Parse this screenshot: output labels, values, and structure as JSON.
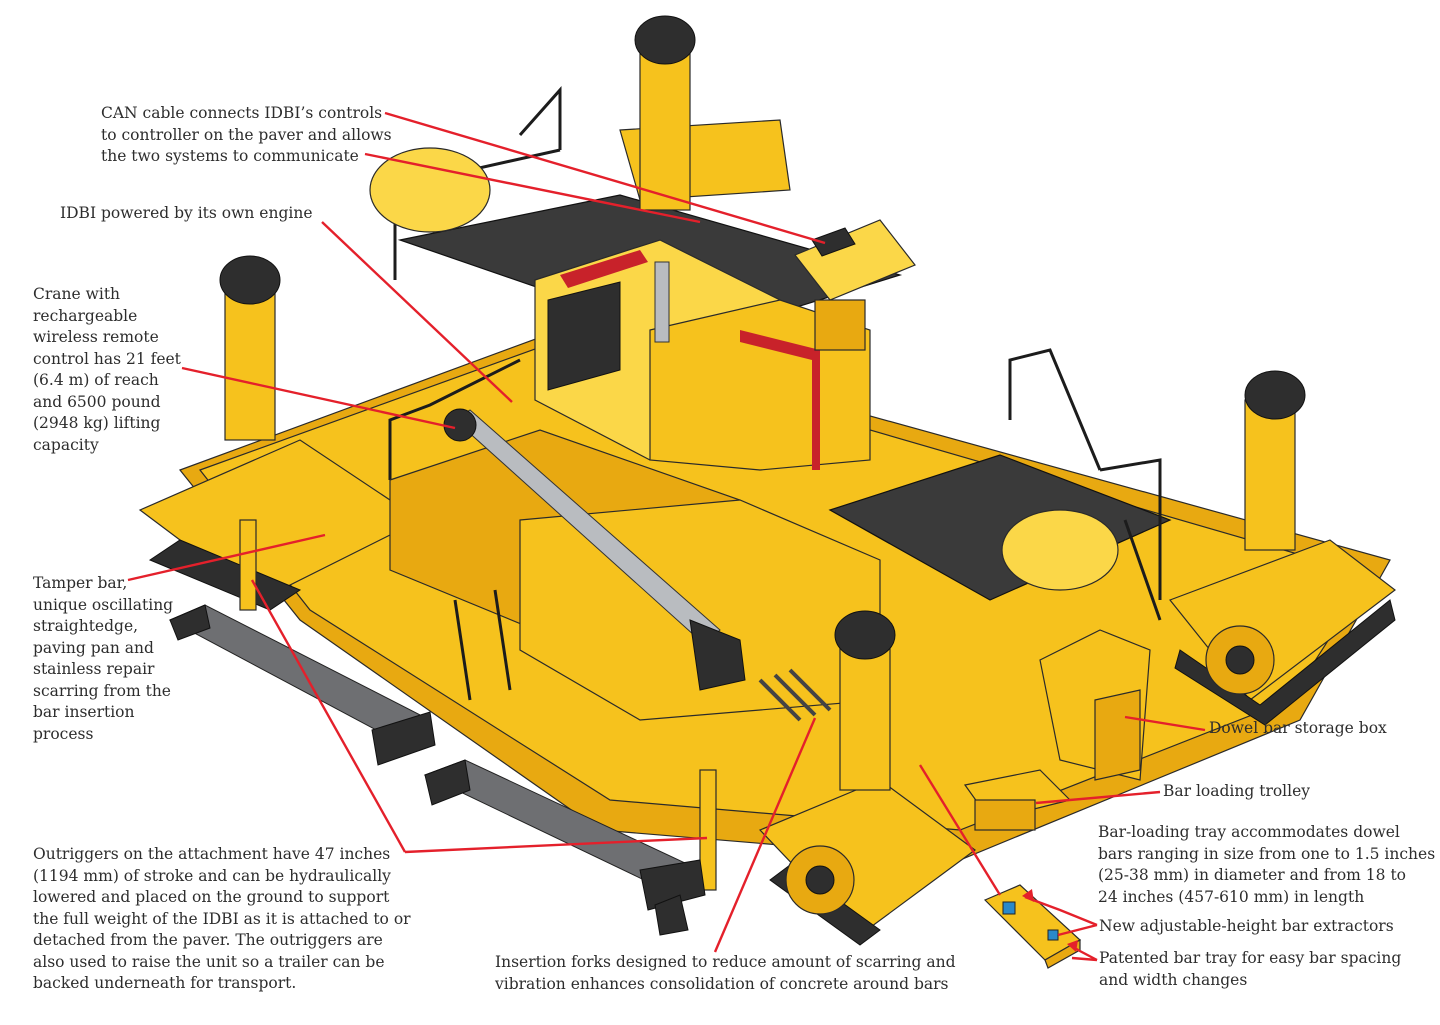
{
  "callouts": {
    "can_cable": "CAN cable connects IDBI’s controls\nto controller on the paver and allows\nthe two systems to communicate",
    "engine": "IDBI powered by its own engine",
    "crane": "Crane with\nrechargeable\nwireless remote\ncontrol has 21 feet\n(6.4 m) of reach\nand 6500 pound\n(2948 kg) lifting\ncapacity",
    "tamper": "Tamper bar,\nunique oscillating\nstraightedge,\npaving pan and\nstainless repair\nscarring from the\nbar insertion\nprocess",
    "outriggers": "Outriggers on the attachment have 47 inches\n(1194 mm) of stroke and can be hydraulically\nlowered and placed on the ground to support\nthe full weight of the IDBI as it is attached to or\ndetached from the paver. The outriggers are\nalso used to raise the unit so a trailer can be\nbacked underneath for transport.",
    "forks": "Insertion forks designed to reduce amount of scarring and\nvibration enhances consolidation of concrete around bars",
    "storage_box": "Dowel bar storage box",
    "trolley": "Bar loading trolley",
    "tray_sizes": "Bar-loading tray accommodates dowel\nbars ranging in size from one to 1.5 inches\n(25-38 mm) in diameter and from 18 to\n24 inches (457-610 mm) in length",
    "extractors": "New adjustable-height bar extractors",
    "patented_tray": "Patented bar tray for easy bar spacing\nand width changes"
  },
  "colors": {
    "leader": "#e4202b",
    "machine_yellow": "#f6c21d",
    "accent_red": "#c8222a",
    "deck_dark": "#3a3a3a"
  }
}
